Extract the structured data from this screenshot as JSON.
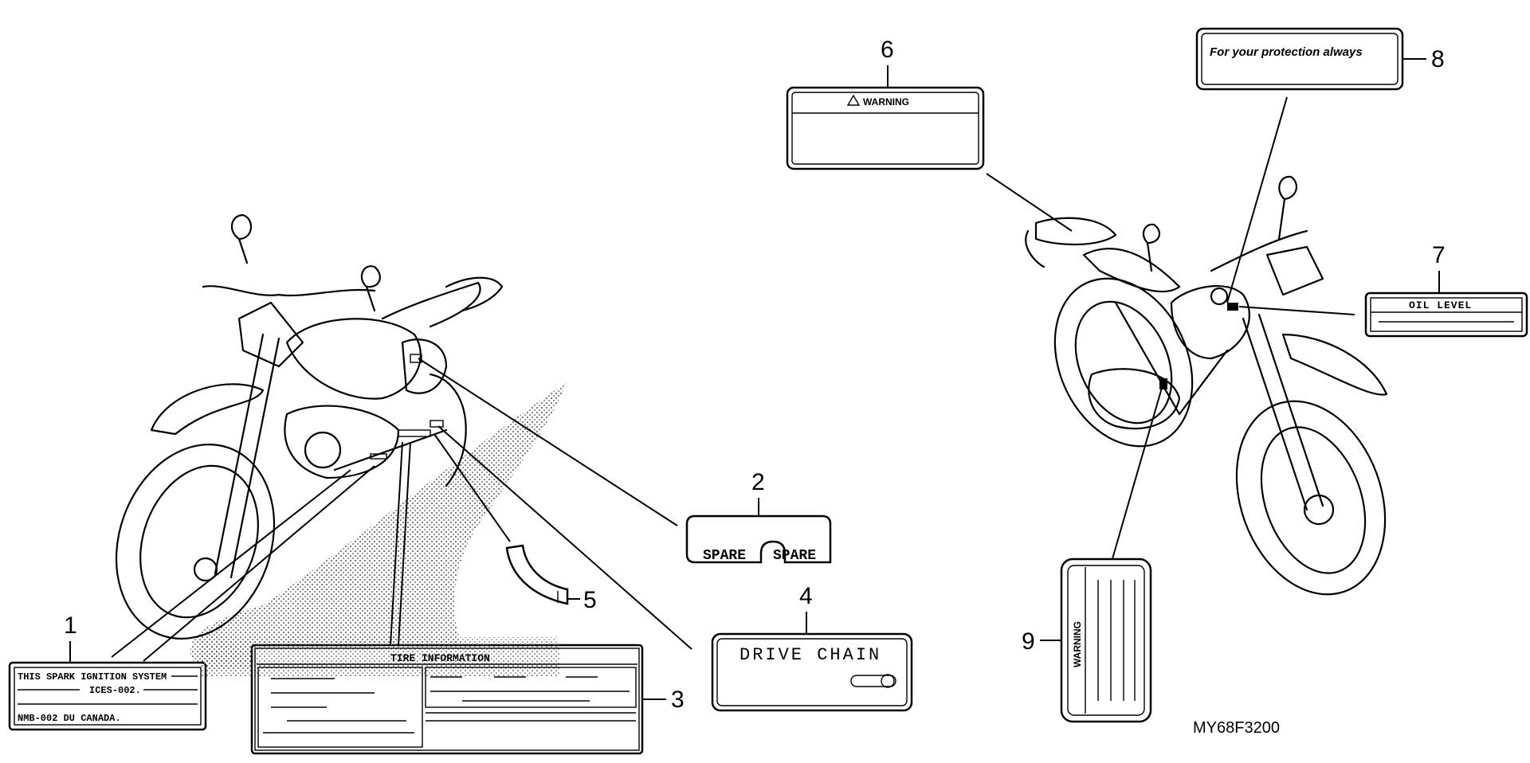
{
  "callouts": [
    "1",
    "2",
    "3",
    "4",
    "5",
    "6",
    "7",
    "8",
    "9"
  ],
  "labels": {
    "ignition_line1": "THIS SPARK IGNITION SYSTEM",
    "ignition_line2": "ICES-002.",
    "ignition_line3": "NMB-002 DU CANADA.",
    "spare_left": "SPARE",
    "spare_right": "SPARE",
    "tire_info": "TIRE INFORMATION",
    "drive_chain": "DRIVE CHAIN",
    "warning_6": "WARNING",
    "oil_level": "OIL LEVEL",
    "protection": "For your protection always",
    "warning_9": "WARNING"
  },
  "diagram_code": "MY68F3200"
}
